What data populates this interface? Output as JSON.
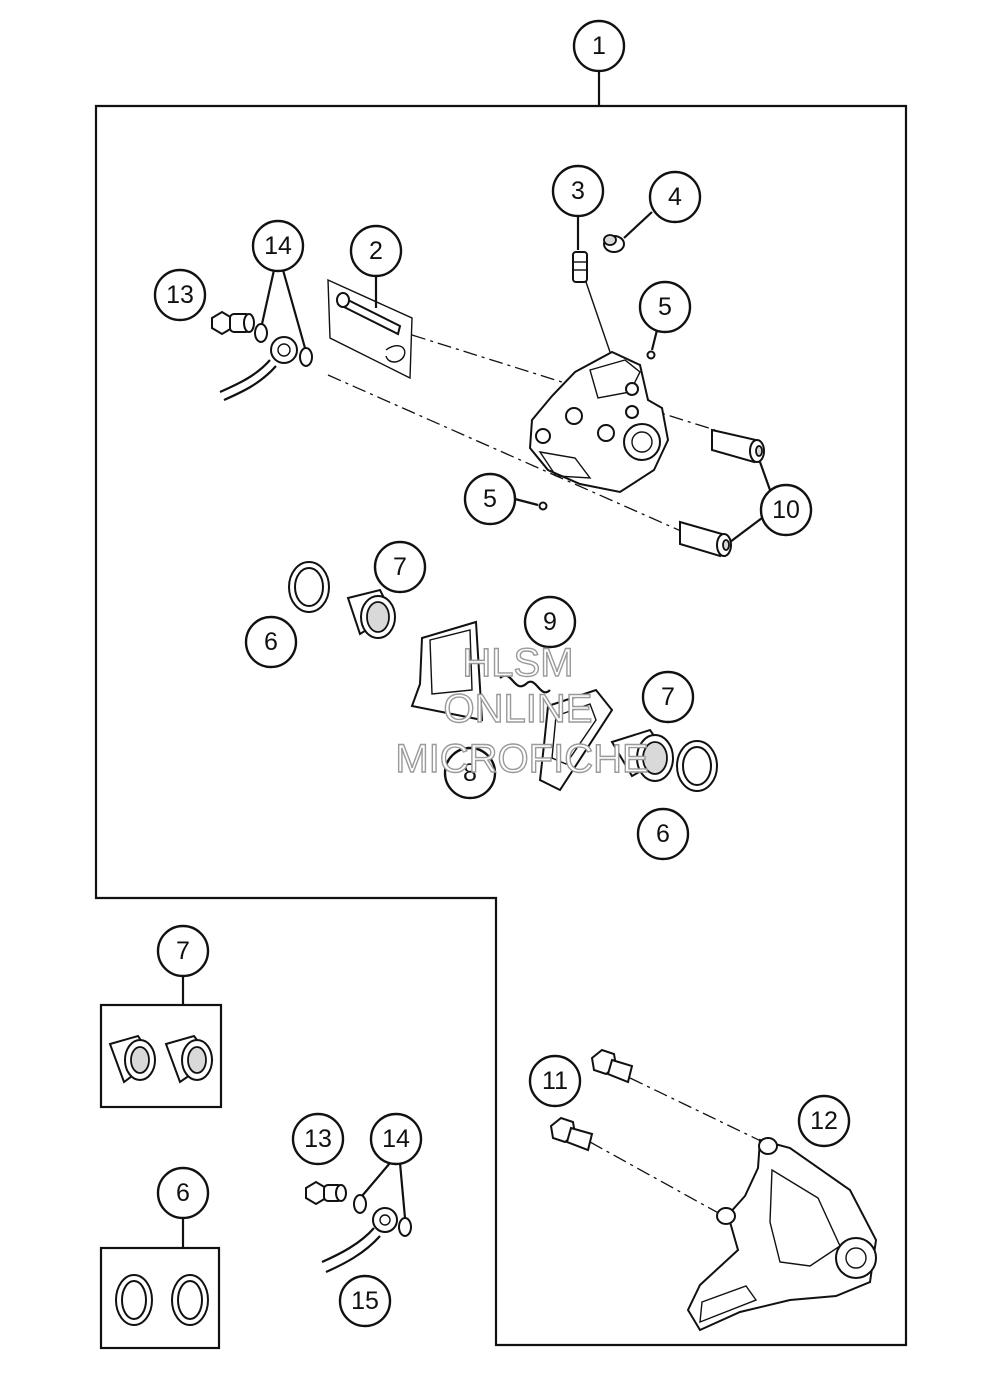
{
  "callouts": {
    "c1": "1",
    "c2": "2",
    "c3": "3",
    "c4": "4",
    "c5a": "5",
    "c5b": "5",
    "c6a": "6",
    "c6b": "6",
    "c6c": "6",
    "c7a": "7",
    "c7b": "7",
    "c7c": "7",
    "c8": "8",
    "c9": "9",
    "c10": "10",
    "c11": "11",
    "c12": "12",
    "c13a": "13",
    "c13b": "13",
    "c14a": "14",
    "c14b": "14",
    "c15": "15"
  },
  "watermark": {
    "line1": "HLSM",
    "line2": "ONLINE",
    "line3": "MICROFICHE"
  }
}
